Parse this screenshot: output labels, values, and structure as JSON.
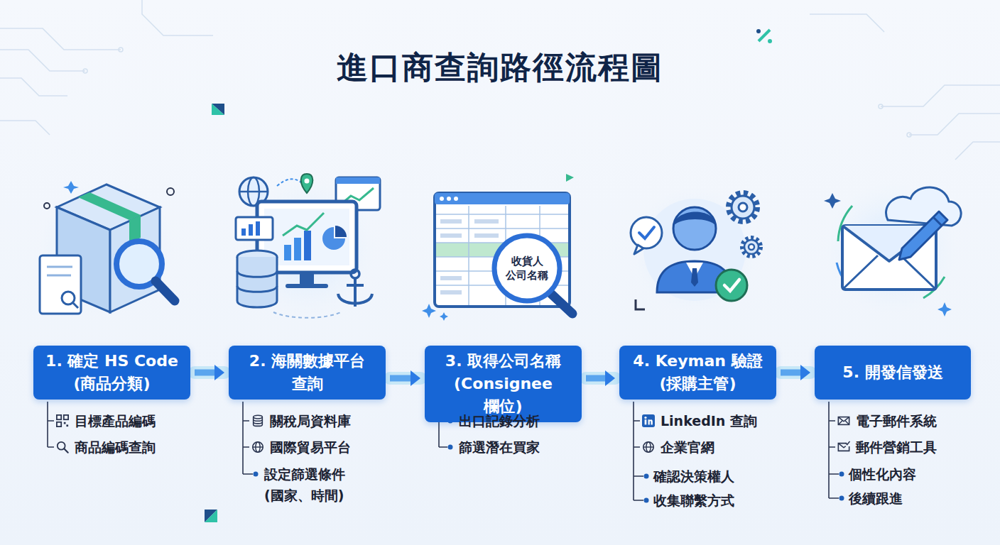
{
  "diagram": {
    "title": "進口商查詢路徑流程圖",
    "nodes": [
      {
        "text": [
          "1. 確定 HS Code (商品分類)"
        ]
      },
      {
        "text": [
          "2. 海關數據平台 查詢"
        ]
      },
      {
        "text": [
          "3. 取得公司名稱 (Consignee 欄位)"
        ]
      },
      {
        "text": [
          "4. Keyman 驗證 (採購主管)"
        ]
      },
      {
        "text": [
          "5. 開發信發送"
        ]
      }
    ],
    "edges": [
      {
        "from": 0,
        "to": 1,
        "arrow": "to"
      },
      {
        "from": 1,
        "to": 2,
        "arrow": "to"
      },
      {
        "from": 2,
        "to": 3,
        "arrow": "to"
      },
      {
        "from": 3,
        "to": 4,
        "arrow": "to"
      }
    ],
    "labels": [
      "收貨人 公司名稱",
      "目標產品編碼",
      "商品編碼查詢",
      "關稅局資料庫",
      "國際貿易平台",
      "設定篩選條件 (國家、時間)",
      "出口記錄分析",
      "篩選潛在買家",
      "LinkedIn 查詢",
      "企業官網",
      "確認決策權人",
      "收集聯繫方式",
      "電子郵件系統",
      "郵件營銷工具",
      "個性化內容",
      "後續跟進"
    ]
  }
}
